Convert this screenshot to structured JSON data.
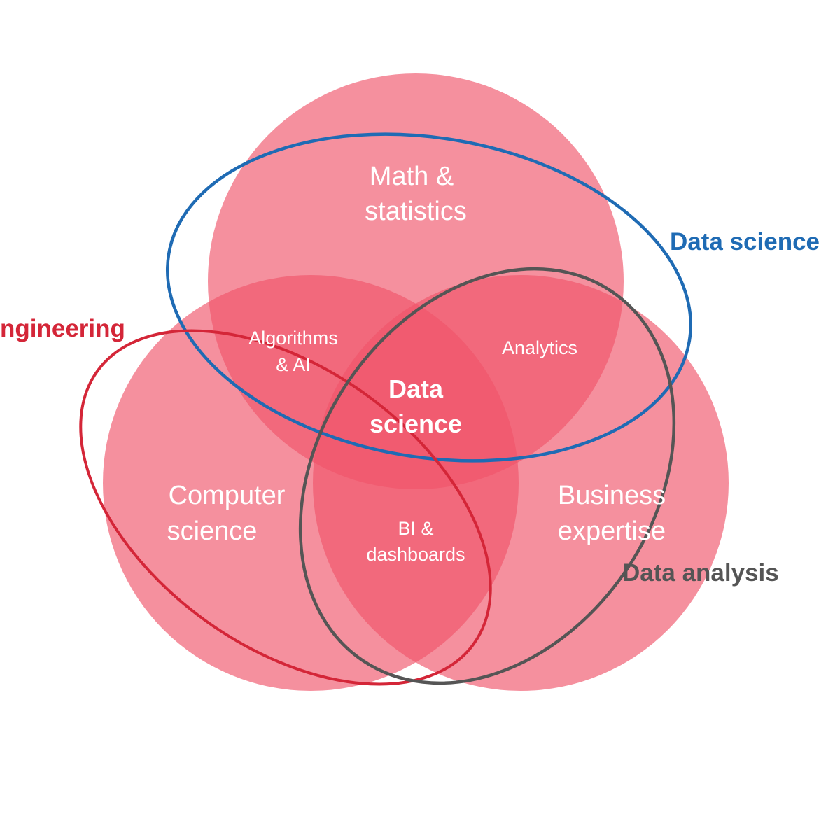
{
  "sets": {
    "math": {
      "line1": "Math &",
      "line2": "statistics"
    },
    "cs": {
      "line1": "Computer",
      "line2": "science"
    },
    "business": {
      "line1": "Business",
      "line2": "expertise"
    }
  },
  "intersections": {
    "algorithms": {
      "line1": "Algorithms",
      "line2": "& AI"
    },
    "analytics": {
      "label": "Analytics"
    },
    "bi": {
      "line1": "BI &",
      "line2": "dashboards"
    },
    "center": {
      "line1": "Data",
      "line2": "science"
    }
  },
  "rings": {
    "data_science": {
      "label": "Data science",
      "color": "#1f6bb4"
    },
    "data_engineering": {
      "label": "ngineering",
      "color": "#d42638"
    },
    "data_analysis": {
      "label": "Data analysis",
      "color": "#555555"
    }
  },
  "colors": {
    "circle_fill": "#f0556a",
    "label_text": "#ffffff"
  }
}
